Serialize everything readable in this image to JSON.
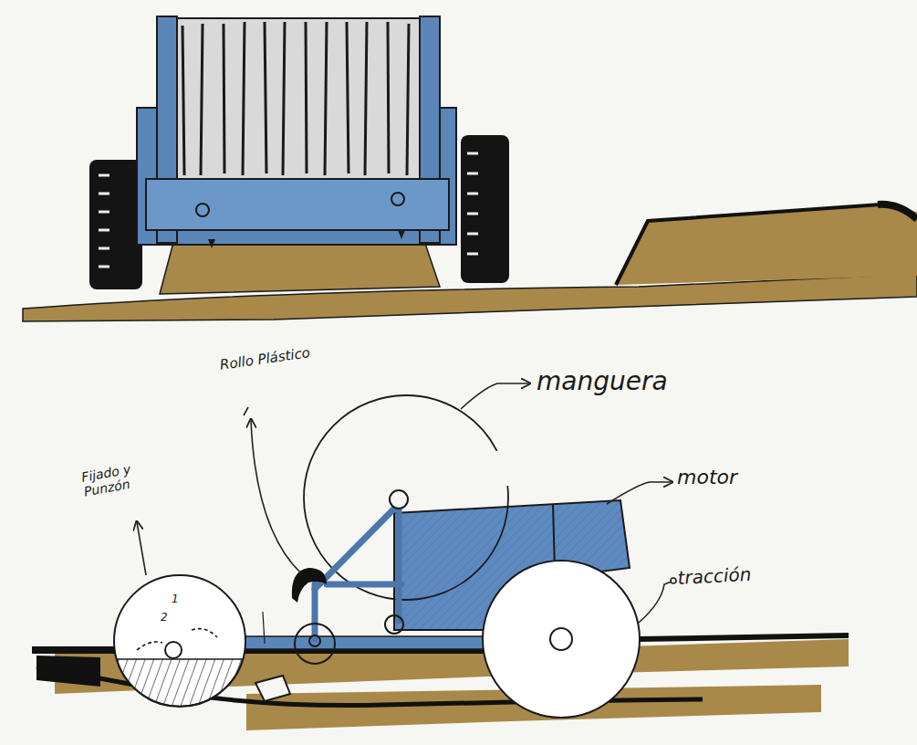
{
  "diagram": {
    "labels": [
      "Rollo Plástico",
      "manguera",
      "motor",
      "tracción",
      "Fijado y Punzón",
      "1",
      "2"
    ]
  }
}
